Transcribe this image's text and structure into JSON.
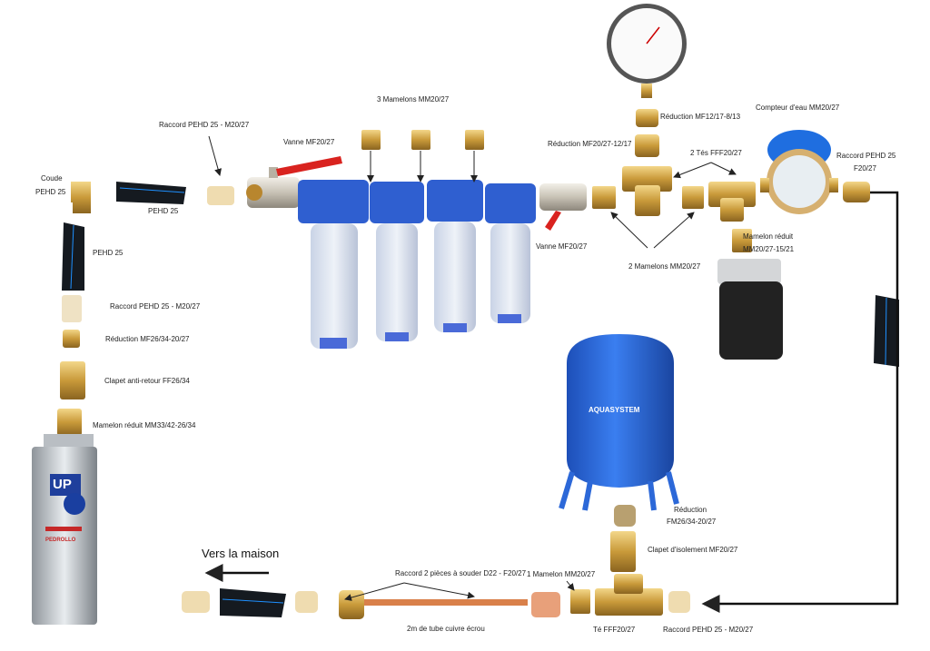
{
  "labels": {
    "coude": "Coude",
    "coude_pehd": "PEHD 25",
    "pehd_horizontal": "PEHD 25",
    "pehd_vertical": "PEHD 25",
    "raccord_top": "Raccord PEHD 25 - M20/27",
    "vanne_1": "Vanne MF20/27",
    "mamelons_3": "3 Mamelons MM20/27",
    "vanne_2": "Vanne MF20/27",
    "reduction_gauge": "Réduction MF12/17-8/13",
    "reduction_tee": "Réduction MF20/27-12/17",
    "tes_2": "2 Tés FFF20/27",
    "mamelons_2": "2 Mamelons MM20/27",
    "compteur": "Compteur d'eau MM20/27",
    "raccord_right_1": "Raccord PEHD 25",
    "raccord_right_2": "F20/27",
    "mamelon_reduit_1": "Mamelon réduit",
    "mamelon_reduit_2": "MM20/27-15/21",
    "raccord_left": "Raccord PEHD 25 - M20/27",
    "reduction_left": "Réduction MF26/34-20/27",
    "clapet_anti_retour": "Clapet anti-retour FF26/34",
    "mamelon_reduit_left": "Mamelon réduit MM33/42-26/34",
    "reduction_tank_1": "Réduction",
    "reduction_tank_2": "FM26/34-20/27",
    "clapet_isolement": "Clapet d'isolement MF20/27",
    "te_bottom": "Té FFF20/27",
    "raccord_bottom": "Raccord PEHD 25 - M20/27",
    "mamelon_1": "1 Mamelon MM20/27",
    "raccord_souder": "Raccord 2 pièces à souder D22 - F20/27",
    "tube_cuivre": "2m de tube cuivre écrou",
    "vers_maison": "Vers la maison"
  },
  "logos": {
    "tank_brand": "AQUASYSTEM",
    "pump_model": "UP",
    "pump_brand": "PEDROLLO"
  },
  "colors": {
    "brass": "#d4a848",
    "pipe": "#151a20",
    "pipe_stripe": "#1e90ff",
    "filter_blue": "#2f5fd0",
    "tank_blue": "#2c68d8",
    "valve_handle": "#d9231f",
    "copper": "#d9804a"
  }
}
